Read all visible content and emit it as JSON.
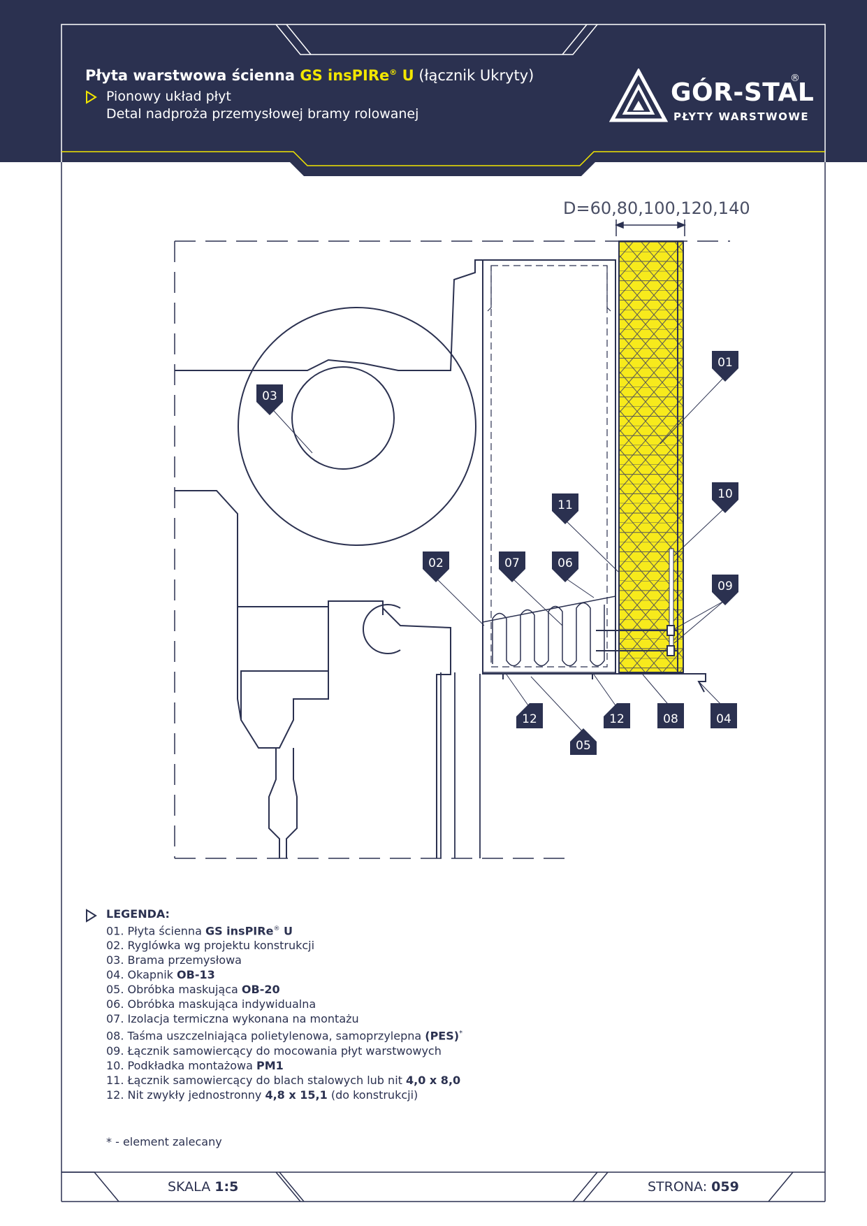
{
  "header": {
    "title_prefix": "Płyta warstwowa ścienna ",
    "title_gs": "GS insPIRe",
    "title_reg": "®",
    "title_u": " U",
    "title_suffix": " (łącznik Ukryty)",
    "subtitle1": "Pionowy układ płyt",
    "subtitle2": "Detal nadproża przemysłowej bramy rolowanej"
  },
  "logo": {
    "brand": "GÓR-STAL",
    "registered": "®",
    "tagline": "PŁYTY WARSTWOWE"
  },
  "drawing": {
    "dimension": "D=60,80,100,120,140",
    "markers": [
      "01",
      "02",
      "03",
      "04",
      "05",
      "06",
      "07",
      "08",
      "09",
      "10",
      "11",
      "12",
      "12"
    ]
  },
  "legend": {
    "title": "LEGENDA:",
    "items": [
      {
        "text": "01. Płyta ścienna ",
        "bold": "GS insPIRe",
        "sup": "®",
        "bold2": " U"
      },
      {
        "text": "02. Ryglówka wg projektu konstrukcji"
      },
      {
        "text": "03. Brama przemysłowa"
      },
      {
        "text": "04. Okapnik ",
        "bold": "OB-13"
      },
      {
        "text": "05. Obróbka maskująca ",
        "bold": "OB-20"
      },
      {
        "text": "06. Obróbka maskująca indywidualna"
      },
      {
        "text": "07. Izolacja termiczna wykonana na montażu"
      },
      {
        "text": "08. Taśma uszczelniająca polietylenowa, samoprzylepna ",
        "bold": "(PES)",
        "sup": "*"
      },
      {
        "text": "09. Łącznik samowiercący do mocowania płyt warstwowych"
      },
      {
        "text": "10. Podkładka montażowa ",
        "bold": "PM1"
      },
      {
        "text": "11. Łącznik samowiercący do blach stalowych lub nit ",
        "bold": "4,0 x 8,0"
      },
      {
        "text": "12. Nit zwykły jednostronny ",
        "bold": "4,8 x 15,1",
        "tail": " (do konstrukcji)"
      }
    ]
  },
  "note": "* -  element zalecany",
  "footer": {
    "scale_label": "SKALA ",
    "scale_value": "1:5",
    "page_label": "STRONA: ",
    "page_value": "059"
  },
  "colors": {
    "navy": "#2b3150",
    "yellow": "#f2e600",
    "insulation": "#f7ea1c"
  }
}
